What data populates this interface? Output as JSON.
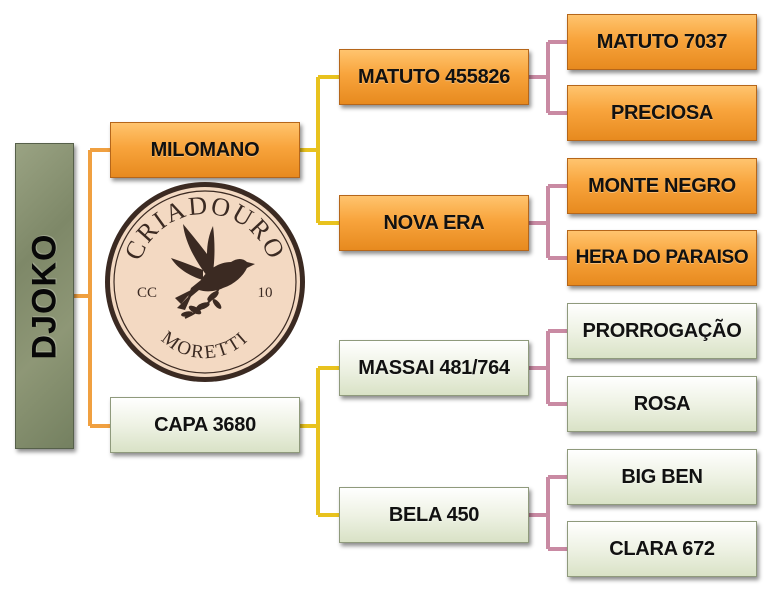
{
  "root": {
    "name": "DJOKO"
  },
  "gen1": {
    "sire": "MILOMANO",
    "dam": "CAPA 3680"
  },
  "gen2": {
    "sire_sire": "MATUTO 455826",
    "sire_dam": "NOVA ERA",
    "dam_sire": "MASSAI 481/764",
    "dam_dam": "BELA 450"
  },
  "gen3": {
    "a": "MATUTO 7037",
    "b": "PRECIOSA",
    "c": "MONTE NEGRO",
    "d": "HERA DO PARAISO",
    "e": "PRORROGAÇÃO",
    "f": "ROSA",
    "g": "BIG BEN",
    "h": "CLARA 672"
  },
  "logo": {
    "top_text": "CRIADOURO",
    "bottom_text": "MORETTI",
    "left_text": "CC",
    "right_text": "10",
    "icon": "dove-with-olive-branch-icon"
  },
  "colors": {
    "orange_box": "#f8a43c",
    "green_box": "#e4ead6",
    "root_box": "#828c6c",
    "connector_orange": "#f0a040",
    "connector_yellow": "#e8c21e",
    "connector_pink": "#c98aa3",
    "logo_fill": "#f3d9c2",
    "logo_ink": "#3b2a22"
  }
}
